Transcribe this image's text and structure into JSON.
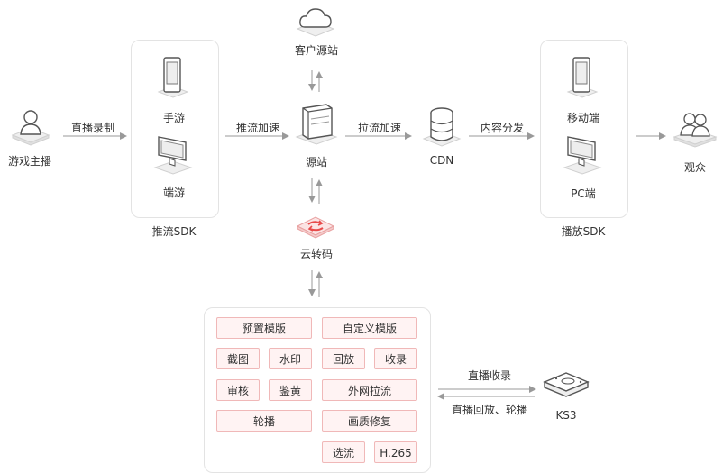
{
  "nodes": {
    "streamer": "游戏主播",
    "mobile_game": "手游",
    "pc_game": "端游",
    "push_sdk": "推流SDK",
    "cloud_source": "客户源站",
    "origin": "源站",
    "cloud_transcode": "云转码",
    "cdn": "CDN",
    "mobile_client": "移动端",
    "pc_client": "PC端",
    "player_sdk": "播放SDK",
    "audience": "观众",
    "ks3": "KS3"
  },
  "edges": {
    "live_record": "直播录制",
    "push_accel": "推流加速",
    "pull_accel": "拉流加速",
    "content_dist": "内容分发",
    "live_record_store": "直播收录",
    "replay_rebroadcast": "直播回放、轮播"
  },
  "features": {
    "preset_template": "预置模版",
    "custom_template": "自定义模版",
    "screenshot": "截图",
    "watermark": "水印",
    "playback": "回放",
    "record": "收录",
    "review": "审核",
    "porn_detect": "鉴黄",
    "external_pull": "外网拉流",
    "carousel": "轮播",
    "quality_repair": "画质修复",
    "stream_select": "选流",
    "h265": "H.265"
  },
  "colors": {
    "accent": "#e84a4a",
    "feature_bg": "#fff3f3",
    "feature_border": "#f0b8b8",
    "icon_fill": "#e9e9e9",
    "arrow": "#999999"
  }
}
